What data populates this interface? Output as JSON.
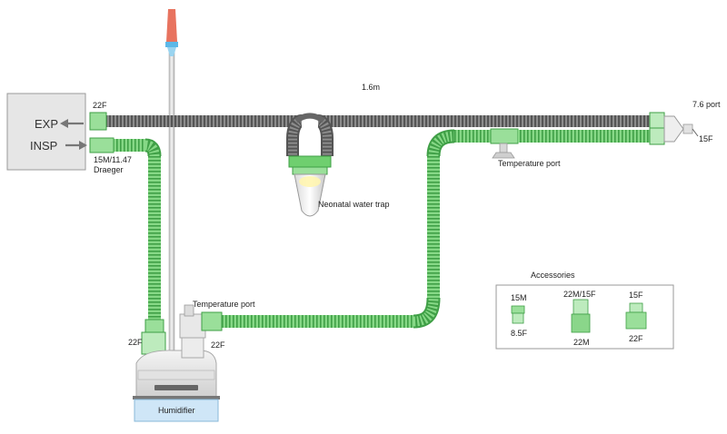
{
  "ventilator": {
    "exp_label": "EXP",
    "insp_label": "INSP"
  },
  "labels": {
    "exp_port": "22F",
    "insp_port": "15M/11.47",
    "insp_brand": "Draeger",
    "length": "1.6m",
    "y_port": "7.6 port",
    "y_connector": "15F",
    "temp_port_upper": "Temperature port",
    "water_trap": "Neonatal water trap",
    "temp_port_lower": "Temperature port",
    "humidifier_in": "22F",
    "humidifier_out": "22F",
    "humidifier": "Humidifier"
  },
  "accessories": {
    "title": "Accessories",
    "items": [
      {
        "top": "15M",
        "bottom": "8.5F"
      },
      {
        "top": "22M/15F",
        "bottom": "22M"
      },
      {
        "top": "15F",
        "bottom": "22F"
      }
    ]
  },
  "colors": {
    "tube_green": "#7fd17f",
    "tube_green_dark": "#3f9f46",
    "tube_gray": "#8a8a8a",
    "tube_gray_dark": "#444444",
    "pole_red": "#e8735f",
    "humidifier_blue": "#cfe6f7"
  }
}
